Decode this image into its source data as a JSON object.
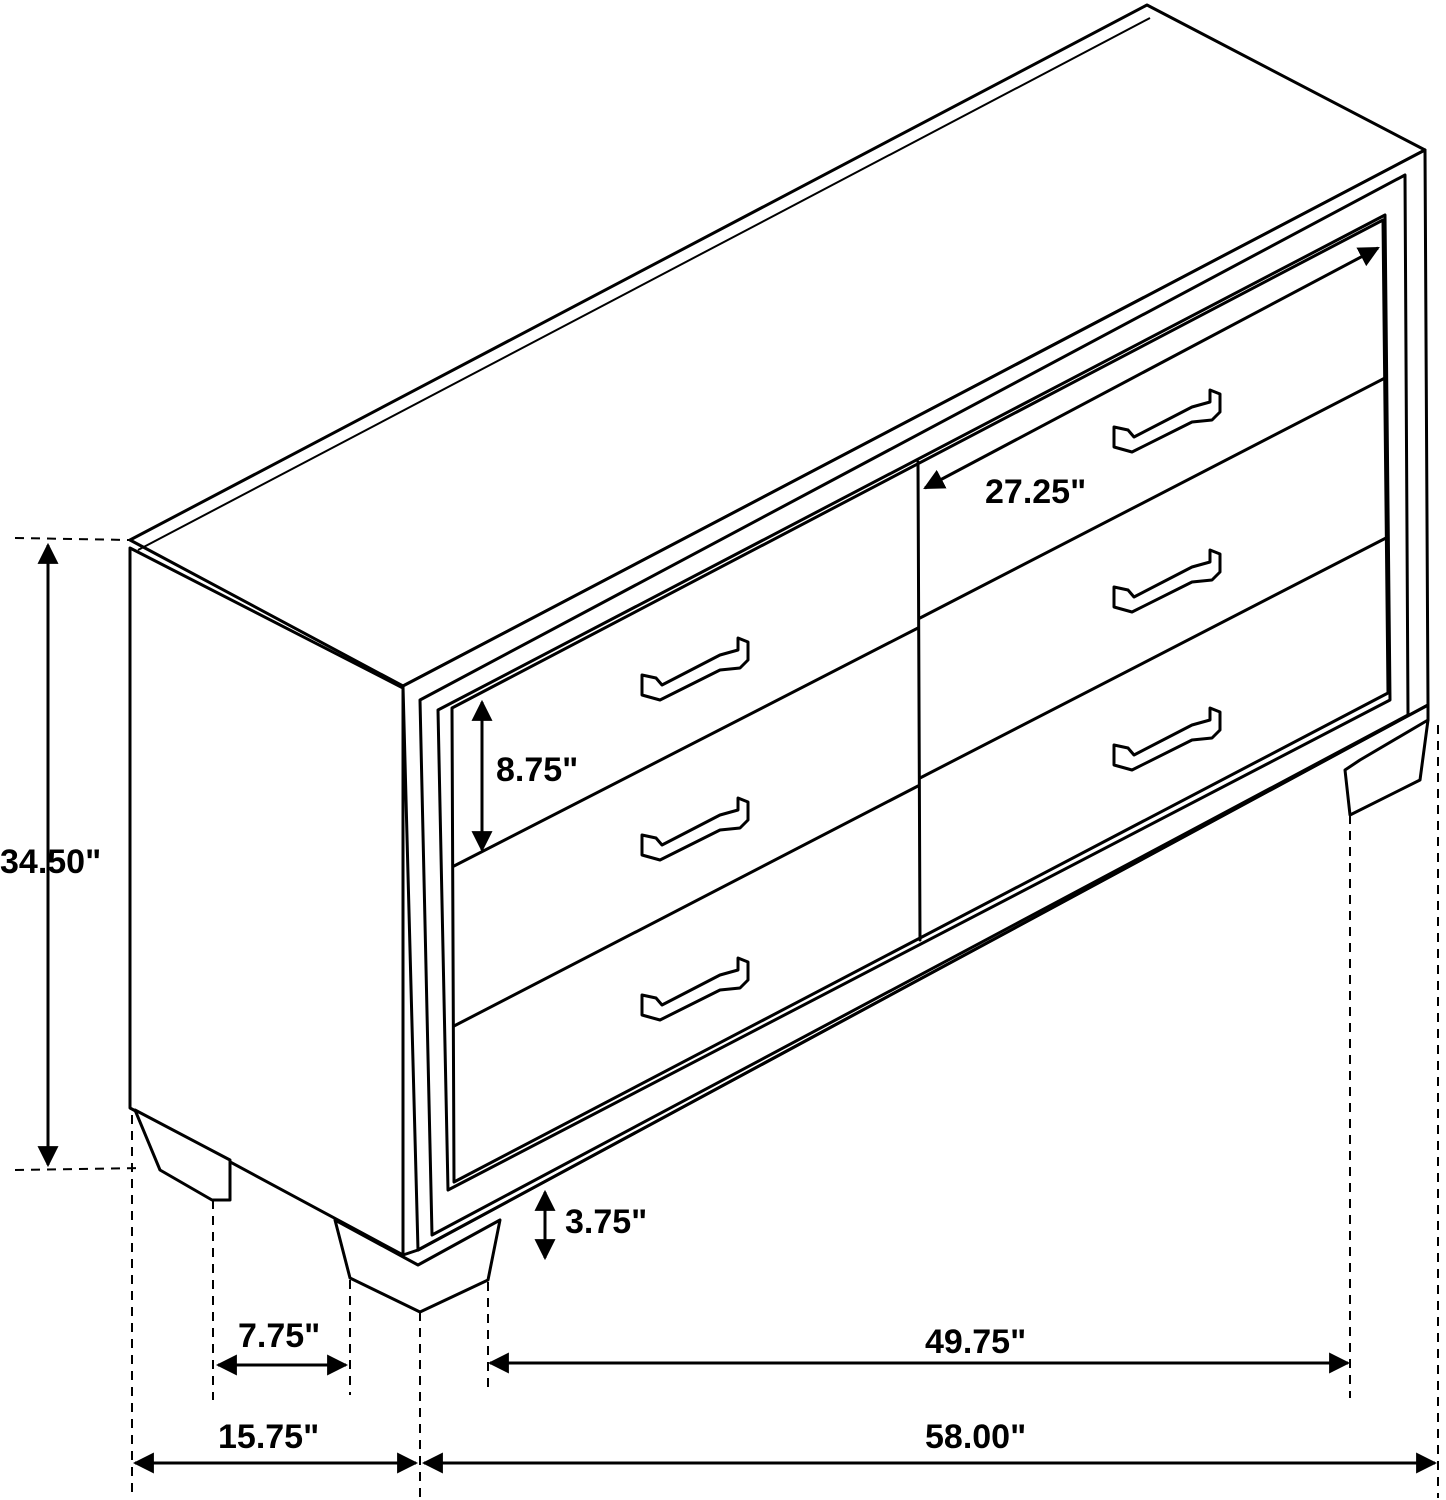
{
  "diagram": {
    "dimensions": {
      "height": "34.50\"",
      "drawer_width": "27.25\"",
      "drawer_height": "8.75\"",
      "leg_height": "3.75\"",
      "leg_depth": "7.75\"",
      "leg_span": "49.75\"",
      "depth": "15.75\"",
      "width": "58.00\""
    }
  }
}
